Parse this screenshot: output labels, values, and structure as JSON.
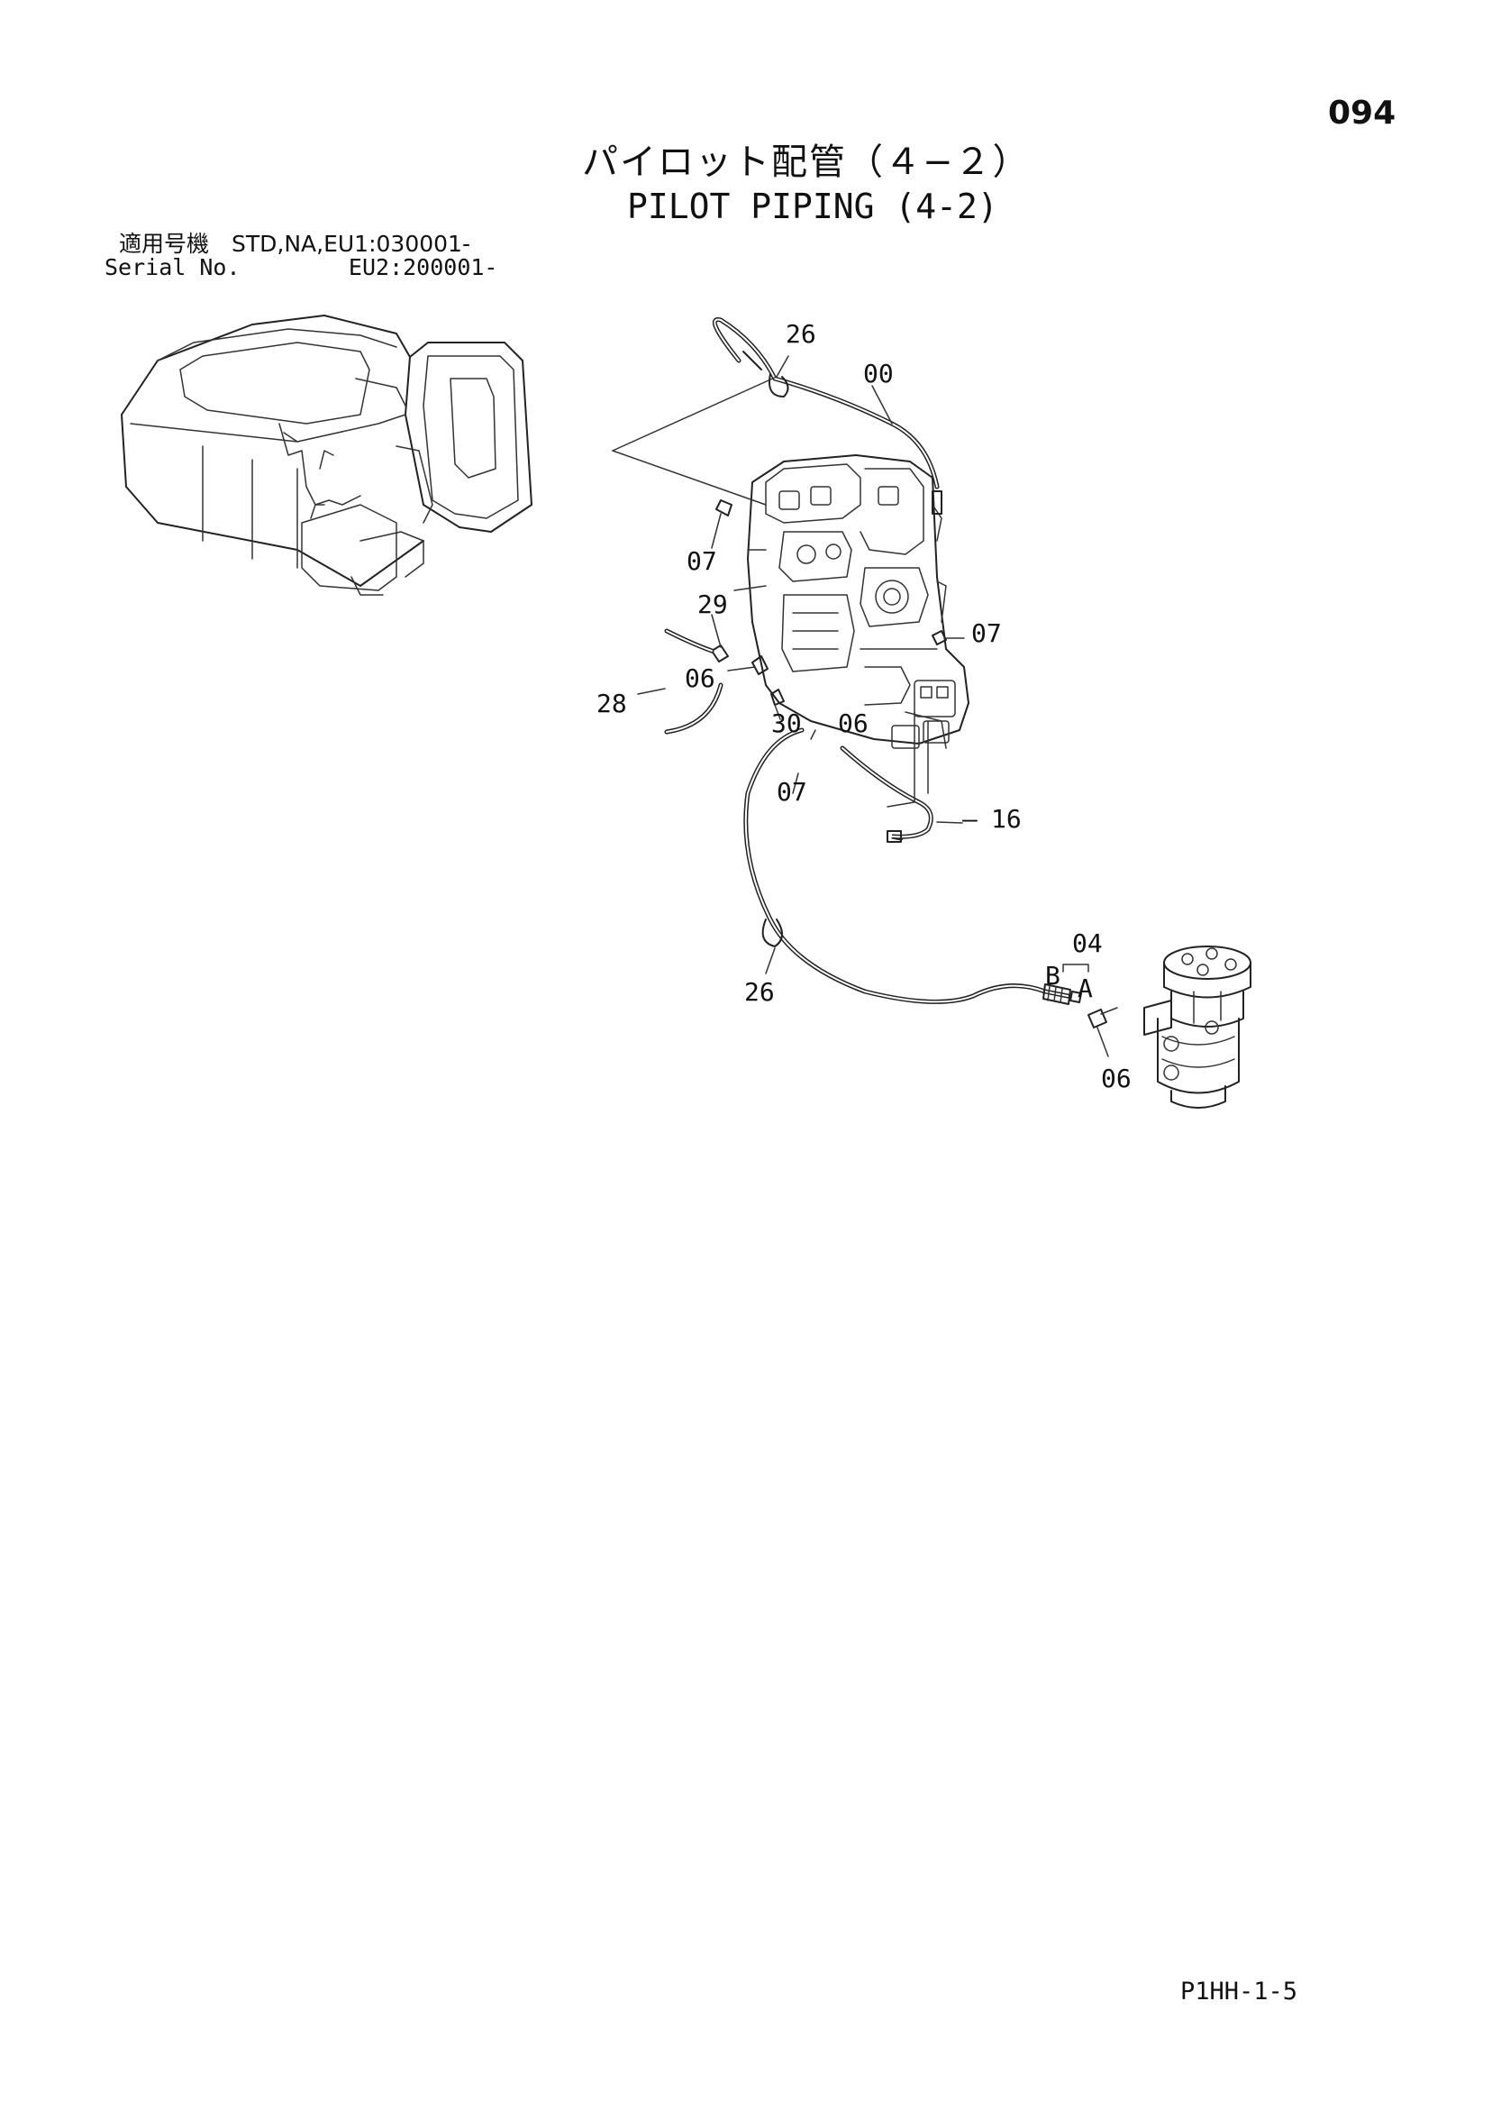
{
  "page_number": "094",
  "title_ja": "パイロット配管（４−２）",
  "title_en": "PILOT PIPING (4-2)",
  "serial": {
    "ja_line": "適用号機　STD,NA,EU1:030001-",
    "en_line": "Serial No.        EU2:200001-"
  },
  "callouts": {
    "c26_top": "26",
    "c00": "00",
    "c07_left": "07",
    "c29": "29",
    "c07_right": "07",
    "c06_left": "06",
    "c28": "28",
    "c30": "30",
    "c06_mid": "06",
    "c07_bottom": "07",
    "c16": "16",
    "c04": "04",
    "label_b": "B",
    "label_a": "A",
    "c26_bottom": "26",
    "c06_right": "06"
  },
  "footer_code": "P1HH-1-5"
}
